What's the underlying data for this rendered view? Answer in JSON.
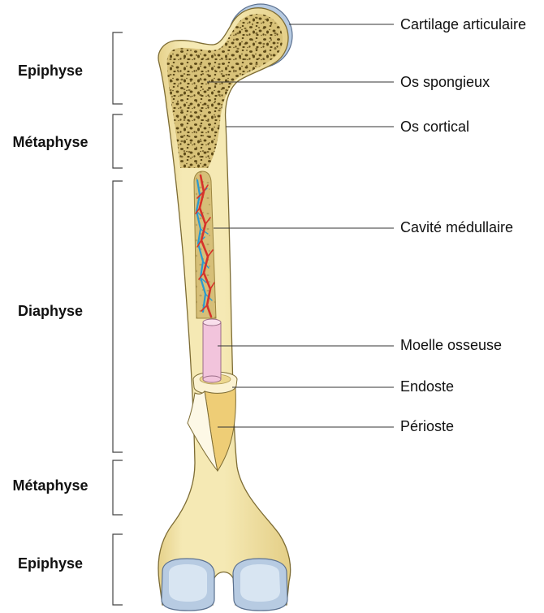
{
  "regions": {
    "proximal_epiphysis": "Epiphyse",
    "proximal_metaphysis": "Métaphyse",
    "diaphysis": "Diaphyse",
    "distal_metaphysis": "Métaphyse",
    "distal_epiphysis": "Epiphyse"
  },
  "structures": {
    "articular_cartilage": "Cartilage articulaire",
    "spongy_bone": "Os spongieux",
    "cortical_bone": "Os cortical",
    "medullary_cavity": "Cavité médullaire",
    "bone_marrow": "Moelle osseuse",
    "endosteum": "Endoste",
    "periosteum": "Périoste"
  },
  "colors": {
    "bone": "#f5e9b4",
    "bone_shade": "#e3cd84",
    "spongy_bone": "#d8c279",
    "pore": "#5b4816",
    "cartilage": "#b7cbe2",
    "cartilage_light": "#d8e5f2",
    "medullary_cavity": "#d6bf78",
    "bone_marrow": "#f2c4dc",
    "artery": "#d7322a",
    "vein": "#2a9ad0",
    "endosteum": "#fbf2d2",
    "periosteum": "#fdf8e6",
    "cut_face": "#eecd76",
    "outline": "#7d6c34"
  }
}
